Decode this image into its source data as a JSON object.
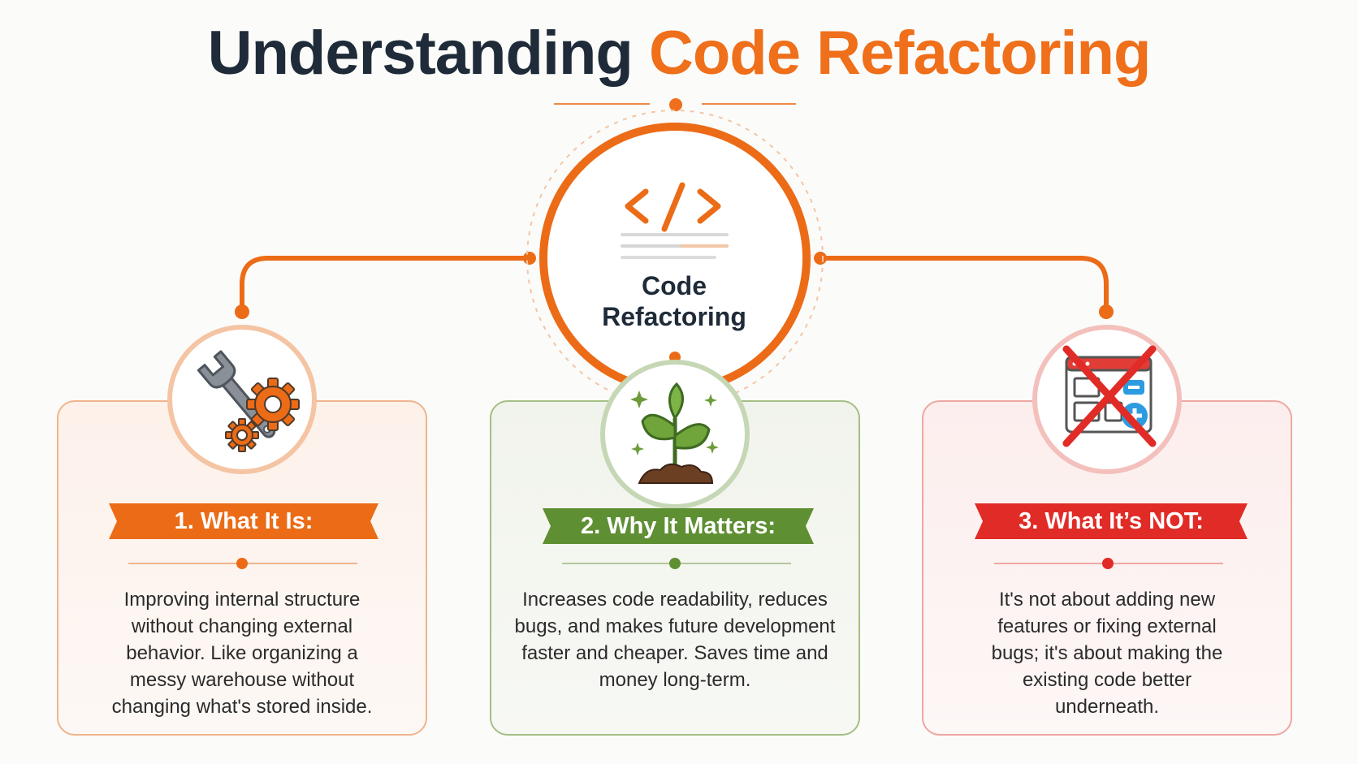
{
  "title": {
    "part1": "Understanding",
    "part2": "Code Refactoring"
  },
  "colors": {
    "dark": "#1f2b38",
    "orange": "#ef6f1a",
    "green": "#5f8f33",
    "red": "#e12b26"
  },
  "center": {
    "icon": "code-brackets-icon",
    "code_symbol": "</>",
    "label_line1": "Code",
    "label_line2": "Refactoring"
  },
  "cards": [
    {
      "icon": "wrench-gears-icon",
      "heading": "1. What It Is:",
      "text": "Improving internal structure without changing external behavior. Like organizing a messy warehouse without changing what's stored inside."
    },
    {
      "icon": "sprout-icon",
      "heading": "2. Why It Matters:",
      "text": "Increases code readability, reduces bugs, and makes future development faster and cheaper. Saves time and money long-term."
    },
    {
      "icon": "crossed-out-features-icon",
      "heading": "3. What It’s NOT:",
      "text": "It's not about adding new features or fixing external bugs; it's about making the existing code better underneath."
    }
  ]
}
